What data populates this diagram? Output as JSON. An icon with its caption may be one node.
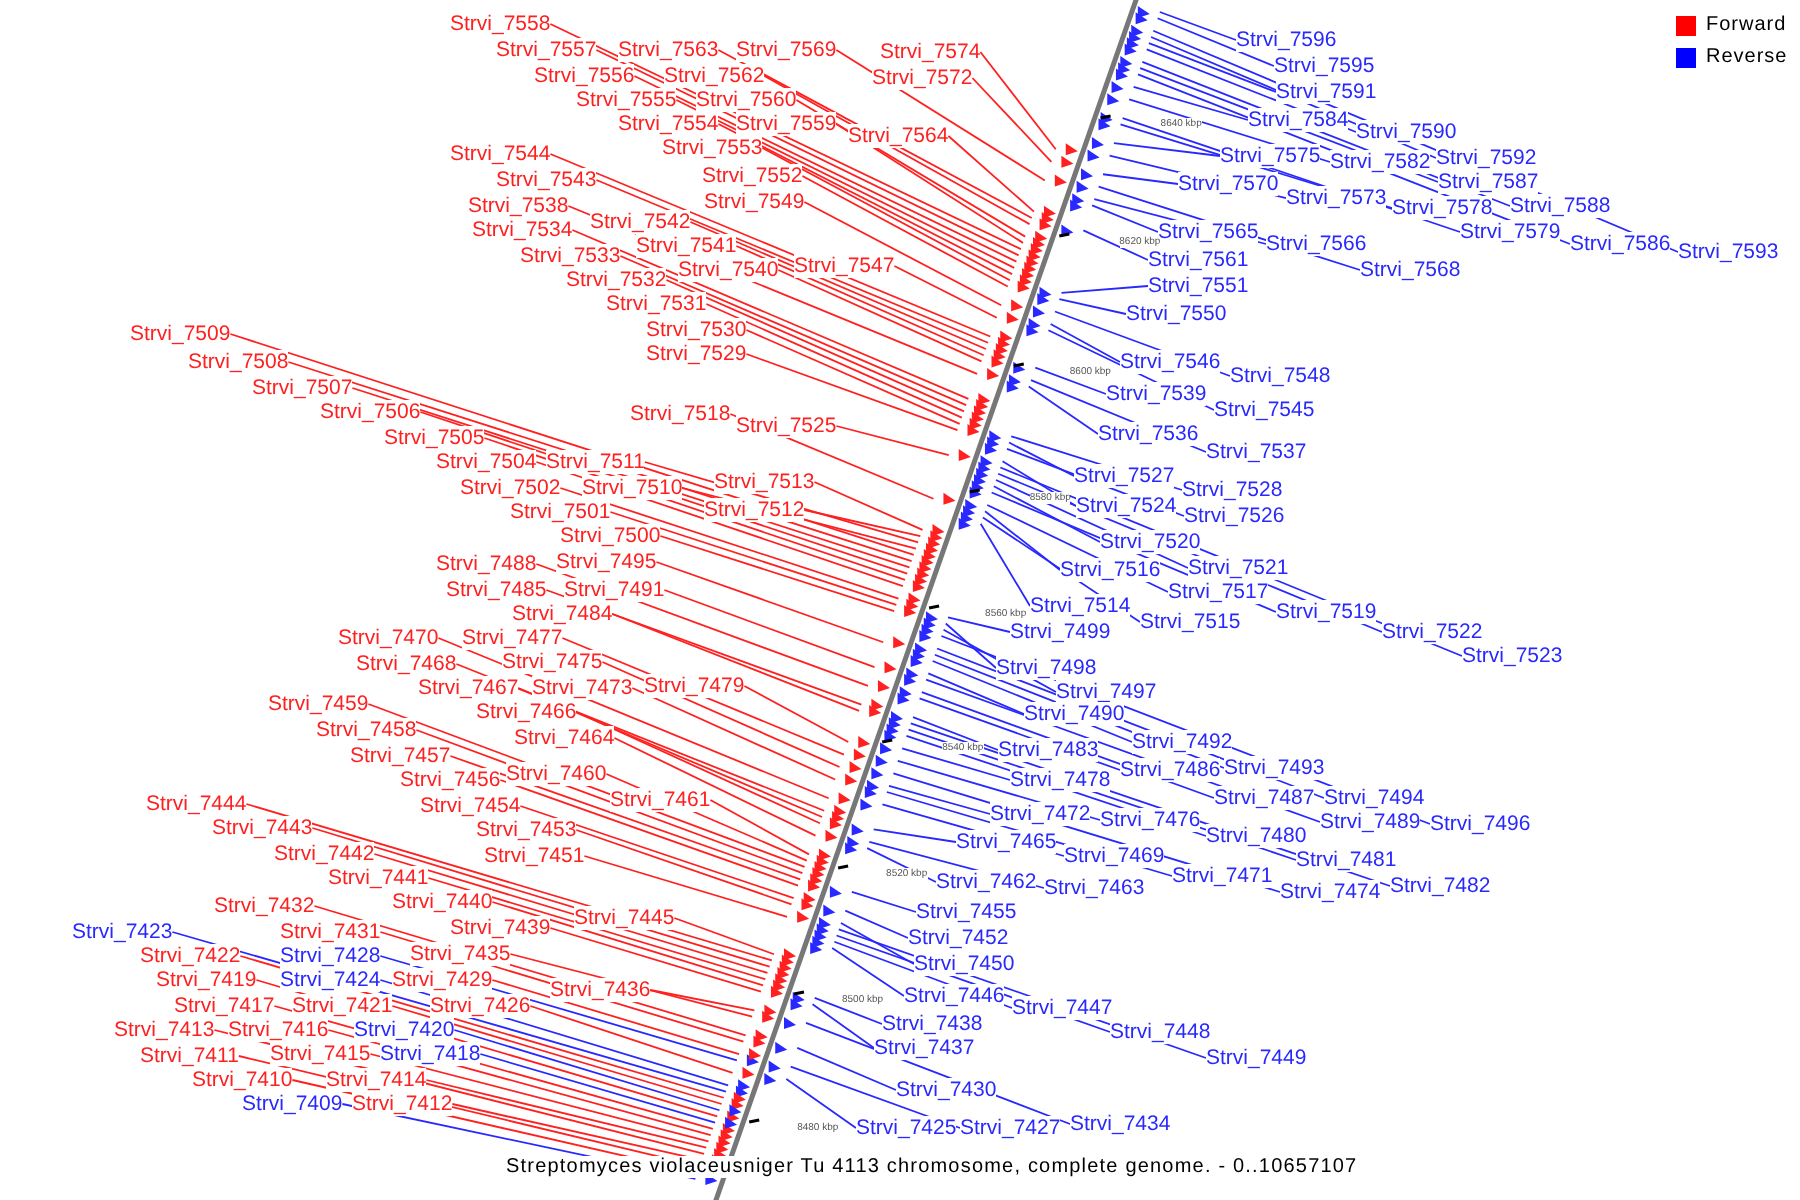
{
  "diagram": {
    "caption": "Streptomyces violaceusniger Tu 4113 chromosome, complete genome. - 0..10657107",
    "nodes": [
      {
        "text": [
          "Strvi_7558"
        ]
      },
      {
        "text": [
          "Strvi_7557"
        ]
      },
      {
        "text": [
          "Strvi_7563"
        ]
      },
      {
        "text": [
          "Strvi_7569"
        ]
      },
      {
        "text": [
          "Strvi_7574"
        ]
      },
      {
        "text": [
          "Strvi_7556"
        ]
      },
      {
        "text": [
          "Strvi_7562"
        ]
      },
      {
        "text": [
          "Strvi_7572"
        ]
      },
      {
        "text": [
          "Strvi_7555"
        ]
      },
      {
        "text": [
          "Strvi_7560"
        ]
      },
      {
        "text": [
          "Strvi_7554"
        ]
      },
      {
        "text": [
          "Strvi_7559"
        ]
      },
      {
        "text": [
          "Strvi_7564"
        ]
      },
      {
        "text": [
          "Strvi_7553"
        ]
      },
      {
        "text": [
          "Strvi_7544"
        ]
      },
      {
        "text": [
          "Strvi_7552"
        ]
      },
      {
        "text": [
          "Strvi_7543"
        ]
      },
      {
        "text": [
          "Strvi_7549"
        ]
      },
      {
        "text": [
          "Strvi_7538"
        ]
      },
      {
        "text": [
          "Strvi_7542"
        ]
      },
      {
        "text": [
          "Strvi_7534"
        ]
      },
      {
        "text": [
          "Strvi_7541"
        ]
      },
      {
        "text": [
          "Strvi_7533"
        ]
      },
      {
        "text": [
          "Strvi_7547"
        ]
      },
      {
        "text": [
          "Strvi_7540"
        ]
      },
      {
        "text": [
          "Strvi_7532"
        ]
      },
      {
        "text": [
          "Strvi_7531"
        ]
      },
      {
        "text": [
          "Strvi_7530"
        ]
      },
      {
        "text": [
          "Strvi_7509"
        ]
      },
      {
        "text": [
          "Strvi_7529"
        ]
      },
      {
        "text": [
          "Strvi_7508"
        ]
      },
      {
        "text": [
          "Strvi_7507"
        ]
      },
      {
        "text": [
          "Strvi_7506"
        ]
      },
      {
        "text": [
          "Strvi_7518"
        ]
      },
      {
        "text": [
          "Strvi_7525"
        ]
      },
      {
        "text": [
          "Strvi_7505"
        ]
      },
      {
        "text": [
          "Strvi_7504"
        ]
      },
      {
        "text": [
          "Strvi_7511"
        ]
      },
      {
        "text": [
          "Strvi_7513"
        ]
      },
      {
        "text": [
          "Strvi_7502"
        ]
      },
      {
        "text": [
          "Strvi_7510"
        ]
      },
      {
        "text": [
          "Strvi_7512"
        ]
      },
      {
        "text": [
          "Strvi_7501"
        ]
      },
      {
        "text": [
          "Strvi_7500"
        ]
      },
      {
        "text": [
          "Strvi_7495"
        ]
      },
      {
        "text": [
          "Strvi_7488"
        ]
      },
      {
        "text": [
          "Strvi_7485"
        ]
      },
      {
        "text": [
          "Strvi_7491"
        ]
      },
      {
        "text": [
          "Strvi_7484"
        ]
      },
      {
        "text": [
          "Strvi_7470"
        ]
      },
      {
        "text": [
          "Strvi_7477"
        ]
      },
      {
        "text": [
          "Strvi_7468"
        ]
      },
      {
        "text": [
          "Strvi_7475"
        ]
      },
      {
        "text": [
          "Strvi_7479"
        ]
      },
      {
        "text": [
          "Strvi_7467"
        ]
      },
      {
        "text": [
          "Strvi_7473"
        ]
      },
      {
        "text": [
          "Strvi_7459"
        ]
      },
      {
        "text": [
          "Strvi_7466"
        ]
      },
      {
        "text": [
          "Strvi_7458"
        ]
      },
      {
        "text": [
          "Strvi_7464"
        ]
      },
      {
        "text": [
          "Strvi_7457"
        ]
      },
      {
        "text": [
          "Strvi_7460"
        ]
      },
      {
        "text": [
          "Strvi_7456"
        ]
      },
      {
        "text": [
          "Strvi_7461"
        ]
      },
      {
        "text": [
          "Strvi_7444"
        ]
      },
      {
        "text": [
          "Strvi_7454"
        ]
      },
      {
        "text": [
          "Strvi_7443"
        ]
      },
      {
        "text": [
          "Strvi_7453"
        ]
      },
      {
        "text": [
          "Strvi_7442"
        ]
      },
      {
        "text": [
          "Strvi_7451"
        ]
      },
      {
        "text": [
          "Strvi_7441"
        ]
      },
      {
        "text": [
          "Strvi_7440"
        ]
      },
      {
        "text": [
          "Strvi_7432"
        ]
      },
      {
        "text": [
          "Strvi_7445"
        ]
      },
      {
        "text": [
          "Strvi_7439"
        ]
      },
      {
        "text": [
          "Strvi_7423"
        ]
      },
      {
        "text": [
          "Strvi_7431"
        ]
      },
      {
        "text": [
          "Strvi_7422"
        ]
      },
      {
        "text": [
          "Strvi_7428"
        ]
      },
      {
        "text": [
          "Strvi_7435"
        ]
      },
      {
        "text": [
          "Strvi_7419"
        ]
      },
      {
        "text": [
          "Strvi_7424"
        ]
      },
      {
        "text": [
          "Strvi_7429"
        ]
      },
      {
        "text": [
          "Strvi_7436"
        ]
      },
      {
        "text": [
          "Strvi_7417"
        ]
      },
      {
        "text": [
          "Strvi_7421"
        ]
      },
      {
        "text": [
          "Strvi_7426"
        ]
      },
      {
        "text": [
          "Strvi_7413"
        ]
      },
      {
        "text": [
          "Strvi_7416"
        ]
      },
      {
        "text": [
          "Strvi_7420"
        ]
      },
      {
        "text": [
          "Strvi_7411"
        ]
      },
      {
        "text": [
          "Strvi_7415"
        ]
      },
      {
        "text": [
          "Strvi_7418"
        ]
      },
      {
        "text": [
          "Strvi_7410"
        ]
      },
      {
        "text": [
          "Strvi_7414"
        ]
      },
      {
        "text": [
          "Strvi_7409"
        ]
      },
      {
        "text": [
          "Strvi_7412"
        ]
      },
      {
        "text": [
          "Strvi_7596"
        ]
      },
      {
        "text": [
          "Strvi_7595"
        ]
      },
      {
        "text": [
          "Strvi_7591"
        ]
      },
      {
        "text": [
          "Strvi_7584"
        ]
      },
      {
        "text": [
          "Strvi_7590"
        ]
      },
      {
        "text": [
          "Strvi_7575"
        ]
      },
      {
        "text": [
          "Strvi_7592"
        ]
      },
      {
        "text": [
          "Strvi_7582"
        ]
      },
      {
        "text": [
          "Strvi_7587"
        ]
      },
      {
        "text": [
          "Strvi_7570"
        ]
      },
      {
        "text": [
          "Strvi_7573"
        ]
      },
      {
        "text": [
          "Strvi_7588"
        ]
      },
      {
        "text": [
          "Strvi_7578"
        ]
      },
      {
        "text": [
          "Strvi_7565"
        ]
      },
      {
        "text": [
          "Strvi_7579"
        ]
      },
      {
        "text": [
          "Strvi_7566"
        ]
      },
      {
        "text": [
          "Strvi_7586"
        ]
      },
      {
        "text": [
          "Strvi_7593"
        ]
      },
      {
        "text": [
          "Strvi_7561"
        ]
      },
      {
        "text": [
          "Strvi_7568"
        ]
      },
      {
        "text": [
          "Strvi_7551"
        ]
      },
      {
        "text": [
          "Strvi_7550"
        ]
      },
      {
        "text": [
          "Strvi_7546"
        ]
      },
      {
        "text": [
          "Strvi_7548"
        ]
      },
      {
        "text": [
          "Strvi_7539"
        ]
      },
      {
        "text": [
          "Strvi_7545"
        ]
      },
      {
        "text": [
          "Strvi_7536"
        ]
      },
      {
        "text": [
          "Strvi_7537"
        ]
      },
      {
        "text": [
          "Strvi_7527"
        ]
      },
      {
        "text": [
          "Strvi_7528"
        ]
      },
      {
        "text": [
          "Strvi_7524"
        ]
      },
      {
        "text": [
          "Strvi_7526"
        ]
      },
      {
        "text": [
          "Strvi_7520"
        ]
      },
      {
        "text": [
          "Strvi_7521"
        ]
      },
      {
        "text": [
          "Strvi_7516"
        ]
      },
      {
        "text": [
          "Strvi_7517"
        ]
      },
      {
        "text": [
          "Strvi_7514"
        ]
      },
      {
        "text": [
          "Strvi_7519"
        ]
      },
      {
        "text": [
          "Strvi_7515"
        ]
      },
      {
        "text": [
          "Strvi_7499"
        ]
      },
      {
        "text": [
          "Strvi_7522"
        ]
      },
      {
        "text": [
          "Strvi_7523"
        ]
      },
      {
        "text": [
          "Strvi_7498"
        ]
      },
      {
        "text": [
          "Strvi_7497"
        ]
      },
      {
        "text": [
          "Strvi_7490"
        ]
      },
      {
        "text": [
          "Strvi_7492"
        ]
      },
      {
        "text": [
          "Strvi_7483"
        ]
      },
      {
        "text": [
          "Strvi_7493"
        ]
      },
      {
        "text": [
          "Strvi_7486"
        ]
      },
      {
        "text": [
          "Strvi_7478"
        ]
      },
      {
        "text": [
          "Strvi_7487"
        ]
      },
      {
        "text": [
          "Strvi_7494"
        ]
      },
      {
        "text": [
          "Strvi_7472"
        ]
      },
      {
        "text": [
          "Strvi_7476"
        ]
      },
      {
        "text": [
          "Strvi_7489"
        ]
      },
      {
        "text": [
          "Strvi_7496"
        ]
      },
      {
        "text": [
          "Strvi_7480"
        ]
      },
      {
        "text": [
          "Strvi_7465"
        ]
      },
      {
        "text": [
          "Strvi_7469"
        ]
      },
      {
        "text": [
          "Strvi_7481"
        ]
      },
      {
        "text": [
          "Strvi_7471"
        ]
      },
      {
        "text": [
          "Strvi_7462"
        ]
      },
      {
        "text": [
          "Strvi_7463"
        ]
      },
      {
        "text": [
          "Strvi_7482"
        ]
      },
      {
        "text": [
          "Strvi_7474"
        ]
      },
      {
        "text": [
          "Strvi_7455"
        ]
      },
      {
        "text": [
          "Strvi_7452"
        ]
      },
      {
        "text": [
          "Strvi_7450"
        ]
      },
      {
        "text": [
          "Strvi_7446"
        ]
      },
      {
        "text": [
          "Strvi_7447"
        ]
      },
      {
        "text": [
          "Strvi_7438"
        ]
      },
      {
        "text": [
          "Strvi_7448"
        ]
      },
      {
        "text": [
          "Strvi_7437"
        ]
      },
      {
        "text": [
          "Strvi_7449"
        ]
      },
      {
        "text": [
          "Strvi_7430"
        ]
      },
      {
        "text": [
          "Strvi_7425"
        ]
      },
      {
        "text": [
          "Strvi_7427"
        ]
      },
      {
        "text": [
          "Strvi_7434"
        ]
      }
    ],
    "edges": [
      {
        "from": 0,
        "to": null,
        "arrow": "none"
      },
      {
        "from": 1,
        "to": null,
        "arrow": "none"
      },
      {
        "from": 2,
        "to": null,
        "arrow": "none"
      },
      {
        "from": 3,
        "to": null,
        "arrow": "none"
      },
      {
        "from": 4,
        "to": null,
        "arrow": "none"
      },
      {
        "from": 5,
        "to": null,
        "arrow": "none"
      },
      {
        "from": 6,
        "to": null,
        "arrow": "none"
      },
      {
        "from": 7,
        "to": null,
        "arrow": "none"
      },
      {
        "from": 8,
        "to": null,
        "arrow": "none"
      },
      {
        "from": 9,
        "to": null,
        "arrow": "none"
      },
      {
        "from": 10,
        "to": null,
        "arrow": "none"
      },
      {
        "from": 11,
        "to": null,
        "arrow": "none"
      },
      {
        "from": 12,
        "to": null,
        "arrow": "none"
      },
      {
        "from": 13,
        "to": null,
        "arrow": "none"
      },
      {
        "from": 14,
        "to": null,
        "arrow": "none"
      },
      {
        "from": 15,
        "to": null,
        "arrow": "none"
      },
      {
        "from": 16,
        "to": null,
        "arrow": "none"
      },
      {
        "from": 17,
        "to": null,
        "arrow": "none"
      },
      {
        "from": 18,
        "to": null,
        "arrow": "none"
      },
      {
        "from": 19,
        "to": null,
        "arrow": "none"
      },
      {
        "from": 20,
        "to": null,
        "arrow": "none"
      },
      {
        "from": 21,
        "to": null,
        "arrow": "none"
      },
      {
        "from": 22,
        "to": null,
        "arrow": "none"
      },
      {
        "from": 23,
        "to": null,
        "arrow": "none"
      },
      {
        "from": 24,
        "to": null,
        "arrow": "none"
      },
      {
        "from": 25,
        "to": null,
        "arrow": "none"
      },
      {
        "from": 26,
        "to": null,
        "arrow": "none"
      },
      {
        "from": 27,
        "to": null,
        "arrow": "none"
      },
      {
        "from": 28,
        "to": null,
        "arrow": "none"
      },
      {
        "from": 29,
        "to": null,
        "arrow": "none"
      },
      {
        "from": 30,
        "to": null,
        "arrow": "none"
      },
      {
        "from": 31,
        "to": null,
        "arrow": "none"
      },
      {
        "from": 32,
        "to": null,
        "arrow": "none"
      },
      {
        "from": 33,
        "to": null,
        "arrow": "none"
      },
      {
        "from": 34,
        "to": null,
        "arrow": "none"
      },
      {
        "from": 35,
        "to": null,
        "arrow": "none"
      },
      {
        "from": 36,
        "to": null,
        "arrow": "none"
      },
      {
        "from": 37,
        "to": null,
        "arrow": "none"
      },
      {
        "from": 38,
        "to": null,
        "arrow": "none"
      },
      {
        "from": 39,
        "to": null,
        "arrow": "none"
      },
      {
        "from": 40,
        "to": null,
        "arrow": "none"
      },
      {
        "from": 41,
        "to": null,
        "arrow": "none"
      },
      {
        "from": 42,
        "to": null,
        "arrow": "none"
      },
      {
        "from": 43,
        "to": null,
        "arrow": "none"
      },
      {
        "from": 44,
        "to": null,
        "arrow": "none"
      },
      {
        "from": 45,
        "to": null,
        "arrow": "none"
      },
      {
        "from": 46,
        "to": null,
        "arrow": "none"
      },
      {
        "from": 47,
        "to": null,
        "arrow": "none"
      },
      {
        "from": 48,
        "to": null,
        "arrow": "none"
      },
      {
        "from": 49,
        "to": null,
        "arrow": "none"
      },
      {
        "from": 50,
        "to": null,
        "arrow": "none"
      },
      {
        "from": 51,
        "to": null,
        "arrow": "none"
      },
      {
        "from": 52,
        "to": null,
        "arrow": "none"
      },
      {
        "from": 53,
        "to": null,
        "arrow": "none"
      },
      {
        "from": 54,
        "to": null,
        "arrow": "none"
      },
      {
        "from": 55,
        "to": null,
        "arrow": "none"
      },
      {
        "from": 56,
        "to": null,
        "arrow": "none"
      },
      {
        "from": 57,
        "to": null,
        "arrow": "none"
      },
      {
        "from": 58,
        "to": null,
        "arrow": "none"
      },
      {
        "from": 59,
        "to": null,
        "arrow": "none"
      },
      {
        "from": 60,
        "to": null,
        "arrow": "none"
      },
      {
        "from": 61,
        "to": null,
        "arrow": "none"
      },
      {
        "from": 62,
        "to": null,
        "arrow": "none"
      },
      {
        "from": 63,
        "to": null,
        "arrow": "none"
      },
      {
        "from": 64,
        "to": null,
        "arrow": "none"
      },
      {
        "from": 65,
        "to": null,
        "arrow": "none"
      },
      {
        "from": 66,
        "to": null,
        "arrow": "none"
      },
      {
        "from": 67,
        "to": null,
        "arrow": "none"
      },
      {
        "from": 68,
        "to": null,
        "arrow": "none"
      },
      {
        "from": 69,
        "to": null,
        "arrow": "none"
      },
      {
        "from": 70,
        "to": null,
        "arrow": "none"
      },
      {
        "from": 71,
        "to": null,
        "arrow": "none"
      },
      {
        "from": 72,
        "to": null,
        "arrow": "none"
      },
      {
        "from": 73,
        "to": null,
        "arrow": "none"
      },
      {
        "from": 74,
        "to": null,
        "arrow": "none"
      },
      {
        "from": 75,
        "to": null,
        "arrow": "none",
        "color": "#2828ff"
      },
      {
        "from": 76,
        "to": null,
        "arrow": "none"
      },
      {
        "from": 77,
        "to": null,
        "arrow": "none"
      },
      {
        "from": 78,
        "to": null,
        "arrow": "none",
        "color": "#2828ff"
      },
      {
        "from": 79,
        "to": null,
        "arrow": "none"
      },
      {
        "from": 80,
        "to": null,
        "arrow": "none"
      },
      {
        "from": 81,
        "to": null,
        "arrow": "none",
        "color": "#2828ff"
      },
      {
        "from": 82,
        "to": null,
        "arrow": "none"
      },
      {
        "from": 83,
        "to": null,
        "arrow": "none"
      },
      {
        "from": 84,
        "to": null,
        "arrow": "none"
      },
      {
        "from": 85,
        "to": null,
        "arrow": "none"
      },
      {
        "from": 86,
        "to": null,
        "arrow": "none"
      },
      {
        "from": 87,
        "to": null,
        "arrow": "none"
      },
      {
        "from": 88,
        "to": null,
        "arrow": "none"
      },
      {
        "from": 89,
        "to": null,
        "arrow": "none",
        "color": "#2828ff"
      },
      {
        "from": 90,
        "to": null,
        "arrow": "none"
      },
      {
        "from": 91,
        "to": null,
        "arrow": "none"
      },
      {
        "from": 92,
        "to": null,
        "arrow": "none",
        "color": "#2828ff"
      },
      {
        "from": 93,
        "to": null,
        "arrow": "none"
      },
      {
        "from": 94,
        "to": null,
        "arrow": "none"
      },
      {
        "from": 95,
        "to": null,
        "arrow": "none",
        "color": "#2828ff"
      },
      {
        "from": 96,
        "to": null,
        "arrow": "none"
      },
      {
        "from": 97,
        "to": null,
        "arrow": "none",
        "color": "#2828ff"
      },
      {
        "from": 98,
        "to": null,
        "arrow": "none",
        "color": "#2828ff"
      },
      {
        "from": 99,
        "to": null,
        "arrow": "none",
        "color": "#2828ff"
      },
      {
        "from": 100,
        "to": null,
        "arrow": "none",
        "color": "#2828ff"
      },
      {
        "from": 101,
        "to": null,
        "arrow": "none",
        "color": "#2828ff"
      },
      {
        "from": 102,
        "to": null,
        "arrow": "none",
        "color": "#2828ff"
      },
      {
        "from": 103,
        "to": null,
        "arrow": "none",
        "color": "#2828ff"
      },
      {
        "from": 104,
        "to": null,
        "arrow": "none",
        "color": "#2828ff"
      },
      {
        "from": 105,
        "to": null,
        "arrow": "none",
        "color": "#2828ff"
      },
      {
        "from": 106,
        "to": null,
        "arrow": "none",
        "color": "#2828ff"
      },
      {
        "from": 107,
        "to": null,
        "arrow": "none",
        "color": "#2828ff"
      },
      {
        "from": 108,
        "to": null,
        "arrow": "none",
        "color": "#2828ff"
      },
      {
        "from": 109,
        "to": null,
        "arrow": "none",
        "color": "#2828ff"
      },
      {
        "from": 110,
        "to": null,
        "arrow": "none",
        "color": "#2828ff"
      },
      {
        "from": 111,
        "to": null,
        "arrow": "none",
        "color": "#2828ff"
      },
      {
        "from": 112,
        "to": null,
        "arrow": "none",
        "color": "#2828ff"
      },
      {
        "from": 113,
        "to": null,
        "arrow": "none",
        "color": "#2828ff"
      },
      {
        "from": 114,
        "to": null,
        "arrow": "none",
        "color": "#2828ff"
      },
      {
        "from": 115,
        "to": null,
        "arrow": "none",
        "color": "#2828ff"
      },
      {
        "from": 116,
        "to": null,
        "arrow": "none",
        "color": "#2828ff"
      },
      {
        "from": 117,
        "to": null,
        "arrow": "none",
        "color": "#2828ff"
      },
      {
        "from": 118,
        "to": null,
        "arrow": "none",
        "color": "#2828ff"
      },
      {
        "from": 119,
        "to": null,
        "arrow": "none",
        "color": "#2828ff"
      },
      {
        "from": 120,
        "to": null,
        "arrow": "none",
        "color": "#2828ff"
      },
      {
        "from": 121,
        "to": null,
        "arrow": "none",
        "color": "#2828ff"
      },
      {
        "from": 122,
        "to": null,
        "arrow": "none",
        "color": "#2828ff"
      },
      {
        "from": 123,
        "to": null,
        "arrow": "none",
        "color": "#2828ff"
      },
      {
        "from": 124,
        "to": null,
        "arrow": "none",
        "color": "#2828ff"
      },
      {
        "from": 125,
        "to": null,
        "arrow": "none",
        "color": "#2828ff"
      },
      {
        "from": 126,
        "to": null,
        "arrow": "none",
        "color": "#2828ff"
      },
      {
        "from": 127,
        "to": null,
        "arrow": "none",
        "color": "#2828ff"
      },
      {
        "from": 128,
        "to": null,
        "arrow": "none",
        "color": "#2828ff"
      },
      {
        "from": 129,
        "to": null,
        "arrow": "none",
        "color": "#2828ff"
      },
      {
        "from": 130,
        "to": null,
        "arrow": "none",
        "color": "#2828ff"
      },
      {
        "from": 131,
        "to": null,
        "arrow": "none",
        "color": "#2828ff"
      },
      {
        "from": 132,
        "to": null,
        "arrow": "none",
        "color": "#2828ff"
      },
      {
        "from": 133,
        "to": null,
        "arrow": "none",
        "color": "#2828ff"
      },
      {
        "from": 134,
        "to": null,
        "arrow": "none",
        "color": "#2828ff"
      },
      {
        "from": 135,
        "to": null,
        "arrow": "none",
        "color": "#2828ff"
      },
      {
        "from": 136,
        "to": null,
        "arrow": "none",
        "color": "#2828ff"
      },
      {
        "from": 137,
        "to": null,
        "arrow": "none",
        "color": "#2828ff"
      },
      {
        "from": 138,
        "to": null,
        "arrow": "none",
        "color": "#2828ff"
      },
      {
        "from": 139,
        "to": null,
        "arrow": "none",
        "color": "#2828ff"
      },
      {
        "from": 140,
        "to": null,
        "arrow": "none",
        "color": "#2828ff"
      },
      {
        "from": 141,
        "to": null,
        "arrow": "none",
        "color": "#2828ff"
      },
      {
        "from": 142,
        "to": null,
        "arrow": "none",
        "color": "#2828ff"
      },
      {
        "from": 143,
        "to": null,
        "arrow": "none",
        "color": "#2828ff"
      },
      {
        "from": 144,
        "to": null,
        "arrow": "none",
        "color": "#2828ff"
      },
      {
        "from": 145,
        "to": null,
        "arrow": "none",
        "color": "#2828ff"
      },
      {
        "from": 146,
        "to": null,
        "arrow": "none",
        "color": "#2828ff"
      },
      {
        "from": 147,
        "to": null,
        "arrow": "none",
        "color": "#2828ff"
      },
      {
        "from": 148,
        "to": null,
        "arrow": "none",
        "color": "#2828ff"
      },
      {
        "from": 149,
        "to": null,
        "arrow": "none",
        "color": "#2828ff"
      },
      {
        "from": 150,
        "to": null,
        "arrow": "none",
        "color": "#2828ff"
      },
      {
        "from": 151,
        "to": null,
        "arrow": "none",
        "color": "#2828ff"
      },
      {
        "from": 152,
        "to": null,
        "arrow": "none",
        "color": "#2828ff"
      },
      {
        "from": 153,
        "to": null,
        "arrow": "none",
        "color": "#2828ff"
      },
      {
        "from": 154,
        "to": null,
        "arrow": "none",
        "color": "#2828ff"
      },
      {
        "from": 155,
        "to": null,
        "arrow": "none",
        "color": "#2828ff"
      },
      {
        "from": 156,
        "to": null,
        "arrow": "none",
        "color": "#2828ff"
      },
      {
        "from": 157,
        "to": null,
        "arrow": "none",
        "color": "#2828ff"
      },
      {
        "from": 158,
        "to": null,
        "arrow": "none",
        "color": "#2828ff"
      },
      {
        "from": 159,
        "to": null,
        "arrow": "none",
        "color": "#2828ff"
      },
      {
        "from": 160,
        "to": null,
        "arrow": "none",
        "color": "#2828ff"
      },
      {
        "from": 161,
        "to": null,
        "arrow": "none",
        "color": "#2828ff"
      },
      {
        "from": 162,
        "to": null,
        "arrow": "none",
        "color": "#2828ff"
      },
      {
        "from": 163,
        "to": null,
        "arrow": "none",
        "color": "#2828ff"
      },
      {
        "from": 164,
        "to": null,
        "arrow": "none",
        "color": "#2828ff"
      },
      {
        "from": 165,
        "to": null,
        "arrow": "none",
        "color": "#2828ff"
      },
      {
        "from": 166,
        "to": null,
        "arrow": "none",
        "color": "#2828ff"
      },
      {
        "from": 167,
        "to": null,
        "arrow": "none",
        "color": "#2828ff"
      },
      {
        "from": 168,
        "to": null,
        "arrow": "none",
        "color": "#2828ff"
      },
      {
        "from": 169,
        "to": null,
        "arrow": "none",
        "color": "#2828ff"
      },
      {
        "from": 170,
        "to": null,
        "arrow": "none",
        "color": "#2828ff"
      },
      {
        "from": 171,
        "to": null,
        "arrow": "none",
        "color": "#2828ff"
      },
      {
        "from": 172,
        "to": null,
        "arrow": "none",
        "color": "#2828ff"
      },
      {
        "from": 173,
        "to": null,
        "arrow": "none",
        "color": "#2828ff"
      },
      {
        "from": 174,
        "to": null,
        "arrow": "none",
        "color": "#2828ff"
      }
    ],
    "labels": [
      "8640 kbp",
      "8620 kbp",
      "8600 kbp",
      "8580 kbp",
      "8560 kbp",
      "8540 kbp",
      "8520 kbp",
      "8500 kbp",
      "8480 kbp"
    ],
    "legend": [
      {
        "text": "Forward",
        "color": "#ff0000"
      },
      {
        "text": "Reverse",
        "color": "#0000ff"
      }
    ]
  }
}
